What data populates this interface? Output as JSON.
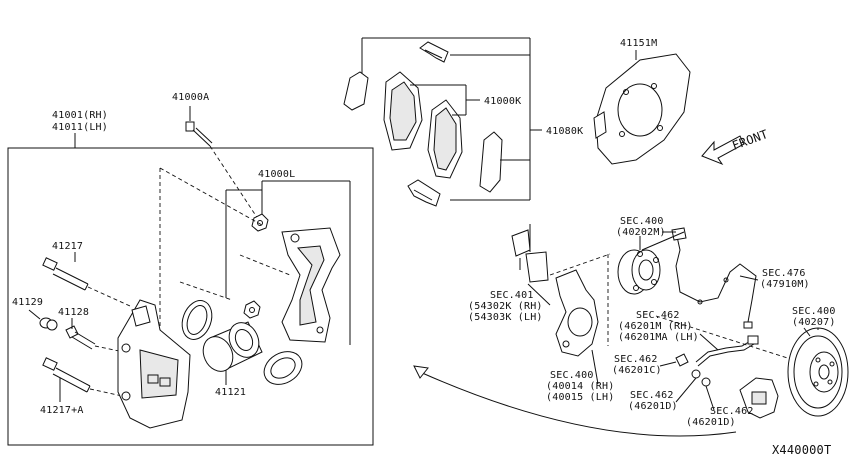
{
  "diagram": {
    "labels": {
      "caliper_assembly": [
        "41001(RH)",
        "41011(LH)"
      ],
      "p41000A": "41000A",
      "p41000L": "41000L",
      "p41217": "41217",
      "p41129": "41129",
      "p41128": "41128",
      "p41217A": "41217+A",
      "p41121": "41121",
      "p41151M": "41151M",
      "p41000K": "41000K",
      "p41080K": "41080K",
      "front": "FRONT",
      "sec400_hub": [
        "SEC.400",
        "(40202M)"
      ],
      "sec476": [
        "SEC.476",
        "(47910M)"
      ],
      "sec401": [
        "SEC.401",
        "(54302K (RH)",
        "(54303K (LH)"
      ],
      "sec462_hose": [
        "SEC.462",
        "(46201M (RH)",
        "(46201MA (LH)"
      ],
      "sec462_c": [
        "SEC.462",
        "(46201C)"
      ],
      "sec462_d1": [
        "SEC.462",
        "(46201D)"
      ],
      "sec462_d2": [
        "SEC.462",
        "(46201D)"
      ],
      "sec400_knuckle": [
        "SEC.400",
        "(40014 (RH)",
        "(40015 (LH)"
      ],
      "sec400_rotor": [
        "SEC.400",
        "(40207)"
      ],
      "drawing_code": "X440000T"
    }
  }
}
